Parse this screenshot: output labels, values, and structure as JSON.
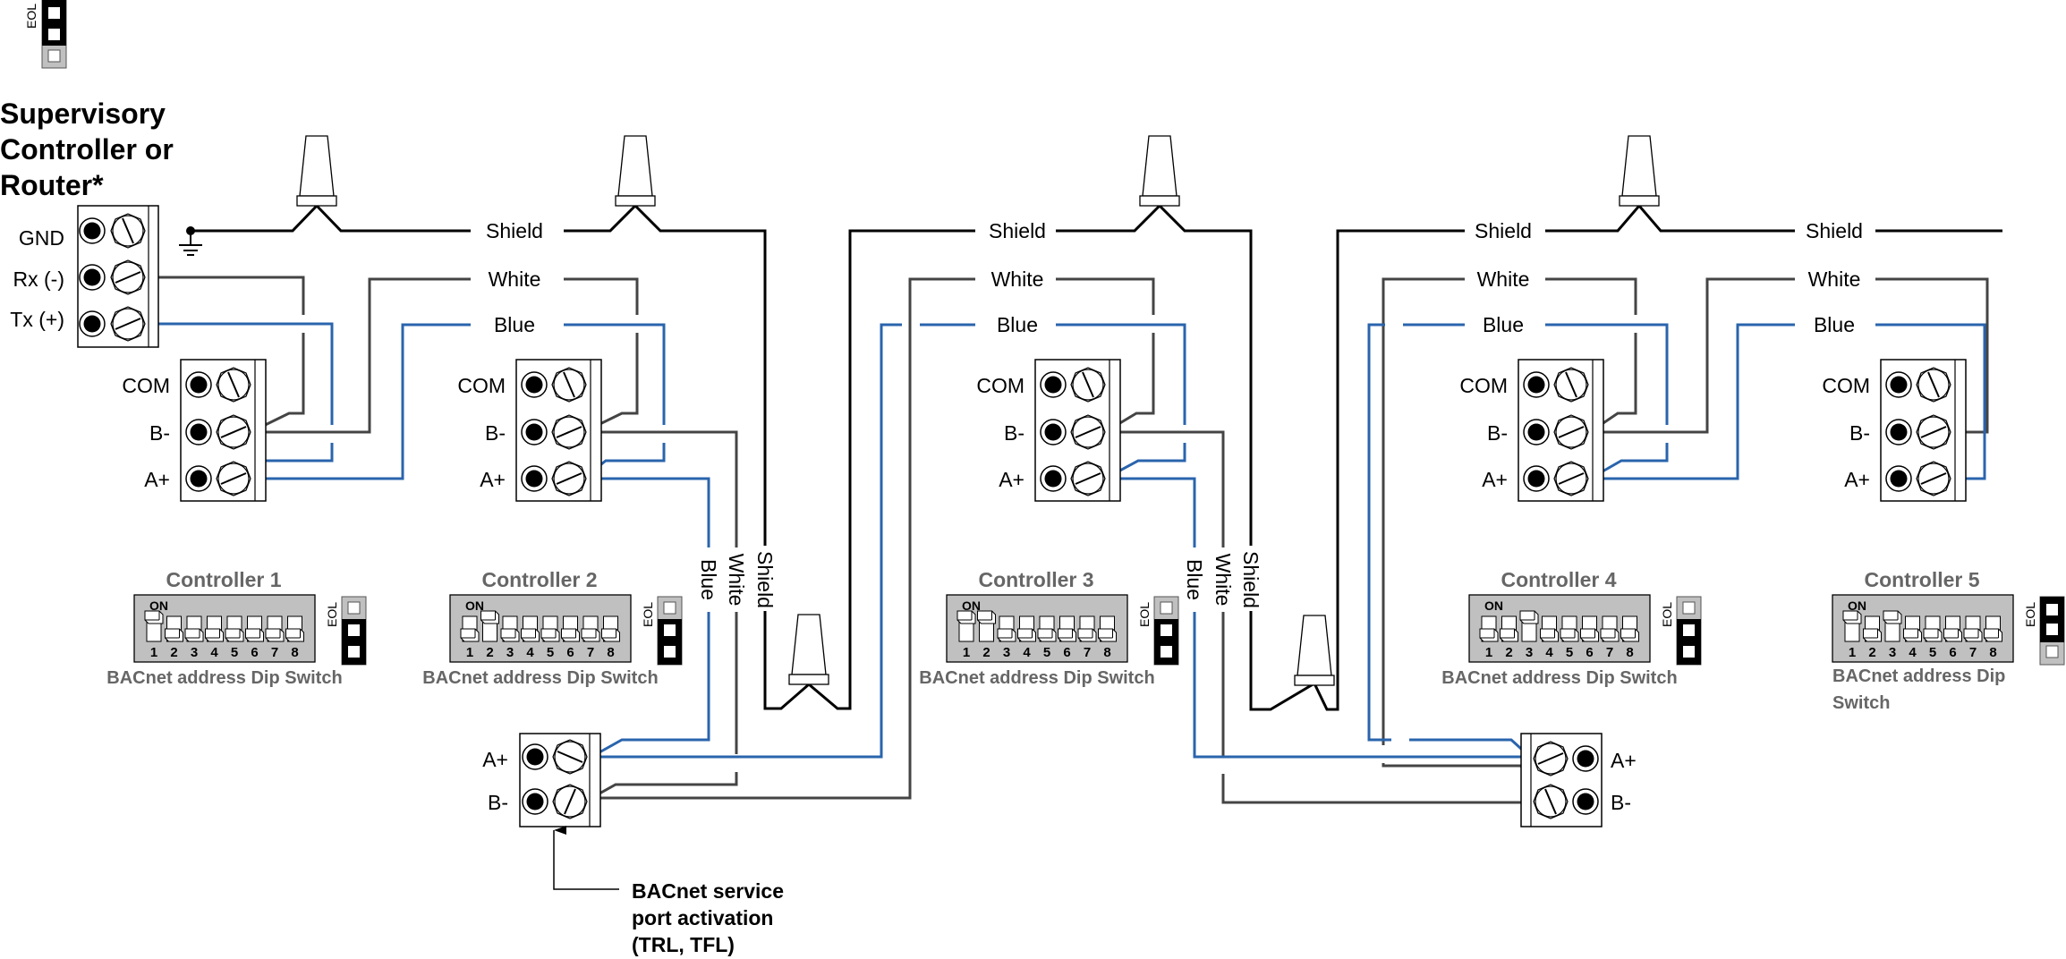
{
  "supervisory": {
    "title_lines": [
      "Supervisory",
      "Controller or",
      "Router*"
    ],
    "terminals": [
      "GND",
      "Rx (-)",
      "Tx (+)"
    ],
    "eol_label": "EOL",
    "eol_state": "on"
  },
  "wire_labels": {
    "shield": "Shield",
    "white": "White",
    "blue": "Blue"
  },
  "colors": {
    "shield": "#000000",
    "white_wire": "#444444",
    "blue_wire": "#2a64ad",
    "dip_body": "#c0c0c0",
    "label_gray": "#666666"
  },
  "terminal_labels": {
    "com": "COM",
    "b_minus": "B-",
    "a_plus": "A+"
  },
  "dip": {
    "on_label": "ON",
    "numbers": [
      "1",
      "2",
      "3",
      "4",
      "5",
      "6",
      "7",
      "8"
    ],
    "caption": "BACnet address Dip Switch",
    "caption_line1": "BACnet address Dip",
    "caption_line2": "Switch",
    "eol_label": "EOL"
  },
  "controllers": [
    {
      "name": "Controller 1",
      "switches_on": [
        1
      ],
      "eol": "off"
    },
    {
      "name": "Controller 2",
      "switches_on": [
        2
      ],
      "eol": "off"
    },
    {
      "name": "Controller 3",
      "switches_on": [
        1,
        2
      ],
      "eol": "off"
    },
    {
      "name": "Controller 4",
      "switches_on": [
        3
      ],
      "eol": "off"
    },
    {
      "name": "Controller 5",
      "switches_on": [
        1,
        3
      ],
      "eol": "on"
    }
  ],
  "service_port": {
    "terminals": [
      "A+",
      "B-"
    ],
    "note_lines": [
      "BACnet service",
      "port activation",
      "(TRL, TFL)"
    ]
  }
}
